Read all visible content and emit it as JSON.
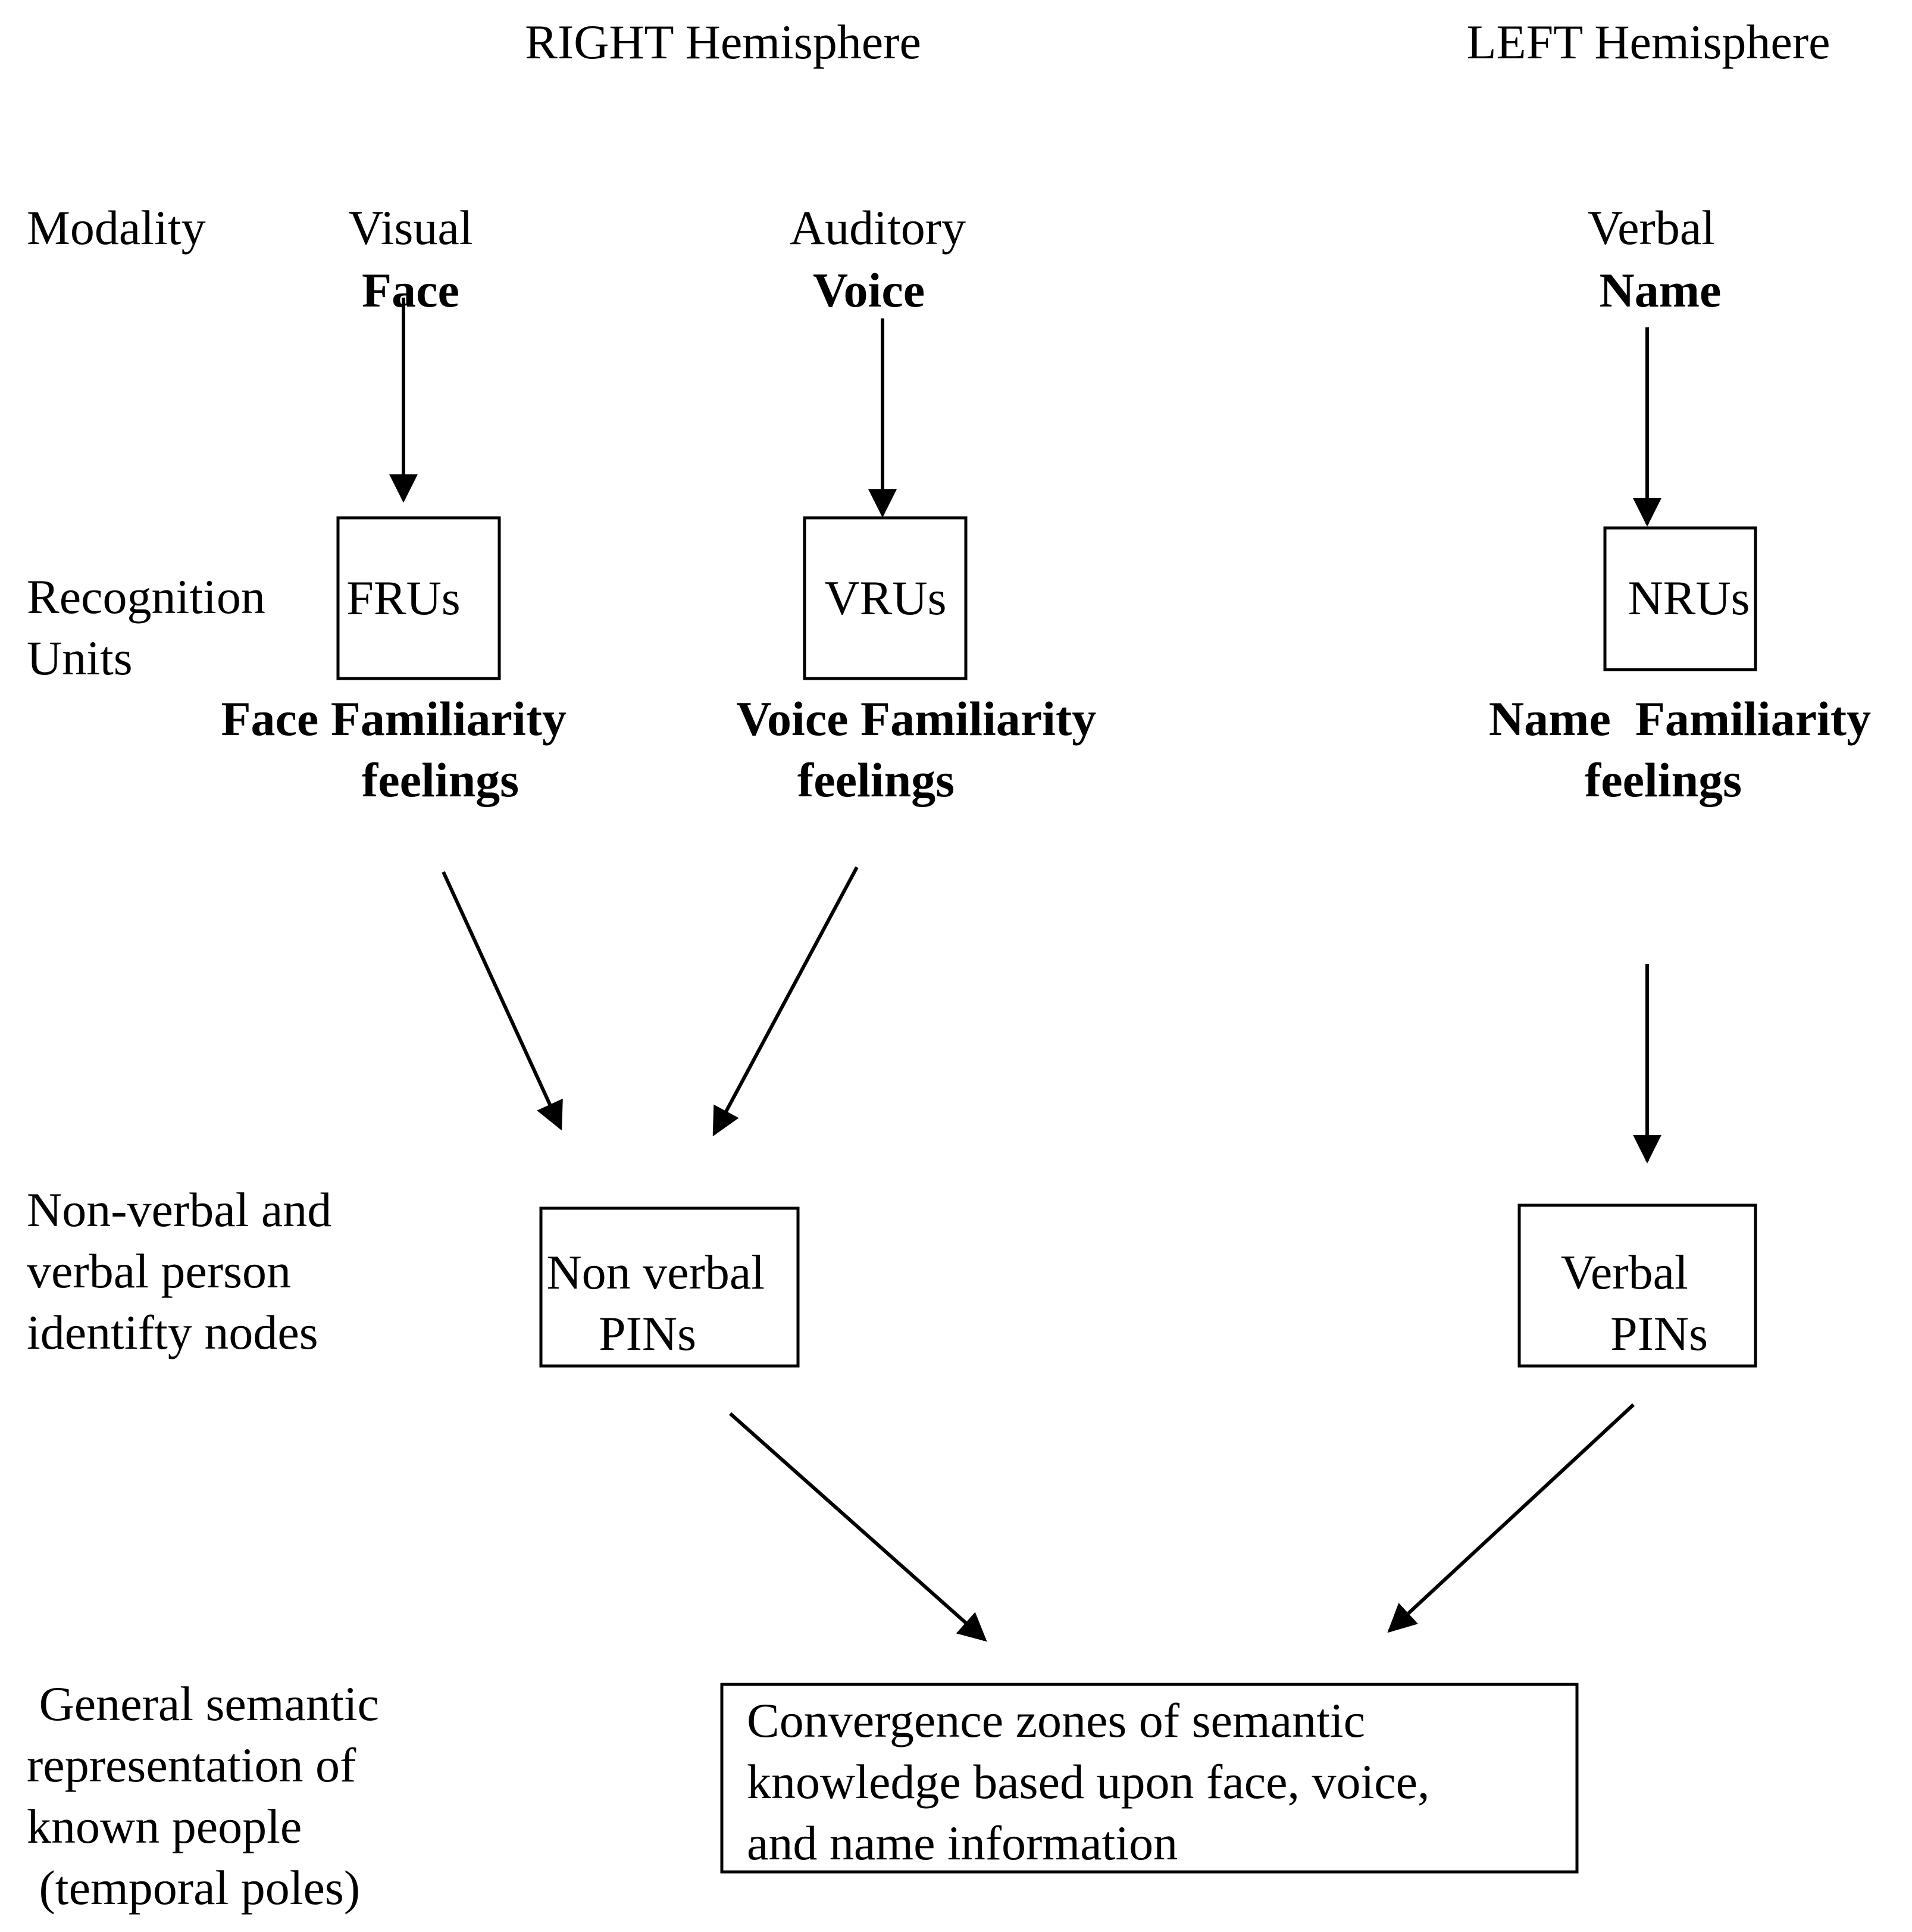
{
  "hemispheres": {
    "right": "RIGHT  Hemisphere",
    "left": "LEFT  Hemisphere"
  },
  "row_labels": {
    "modality": [
      "Modality"
    ],
    "recognition_units": [
      "Recognition",
      "Units"
    ],
    "person_identity_nodes": [
      "Non-verbal and",
      "verbal person",
      "identifty nodes"
    ],
    "semantic": [
      " General semantic",
      "representation of",
      "known people",
      " (temporal poles)"
    ]
  },
  "modalities": {
    "visual": {
      "type": "Visual",
      "name": "Face"
    },
    "auditory": {
      "type": "Auditory",
      "name": "Voice"
    },
    "verbal": {
      "type": "Verbal",
      "name": "Name"
    }
  },
  "recognition_boxes": {
    "fru": "FRUs",
    "vru": "VRUs",
    "nru": "NRUs"
  },
  "familiarity": {
    "face": [
      "Face Familiarity",
      "feelings"
    ],
    "voice": [
      "Voice Familiarity",
      "feelings"
    ],
    "name": [
      "Name  Familiarity",
      "feelings"
    ]
  },
  "pin_boxes": {
    "nonverbal": [
      "Non verbal",
      "PINs"
    ],
    "verbal": [
      "Verbal",
      "PINs"
    ]
  },
  "convergence": {
    "lines": [
      "Convergence zones of semantic",
      "knowledge based upon face, voice,",
      "and name information"
    ]
  },
  "colors": {
    "ink": "#000000",
    "background": "#ffffff"
  }
}
